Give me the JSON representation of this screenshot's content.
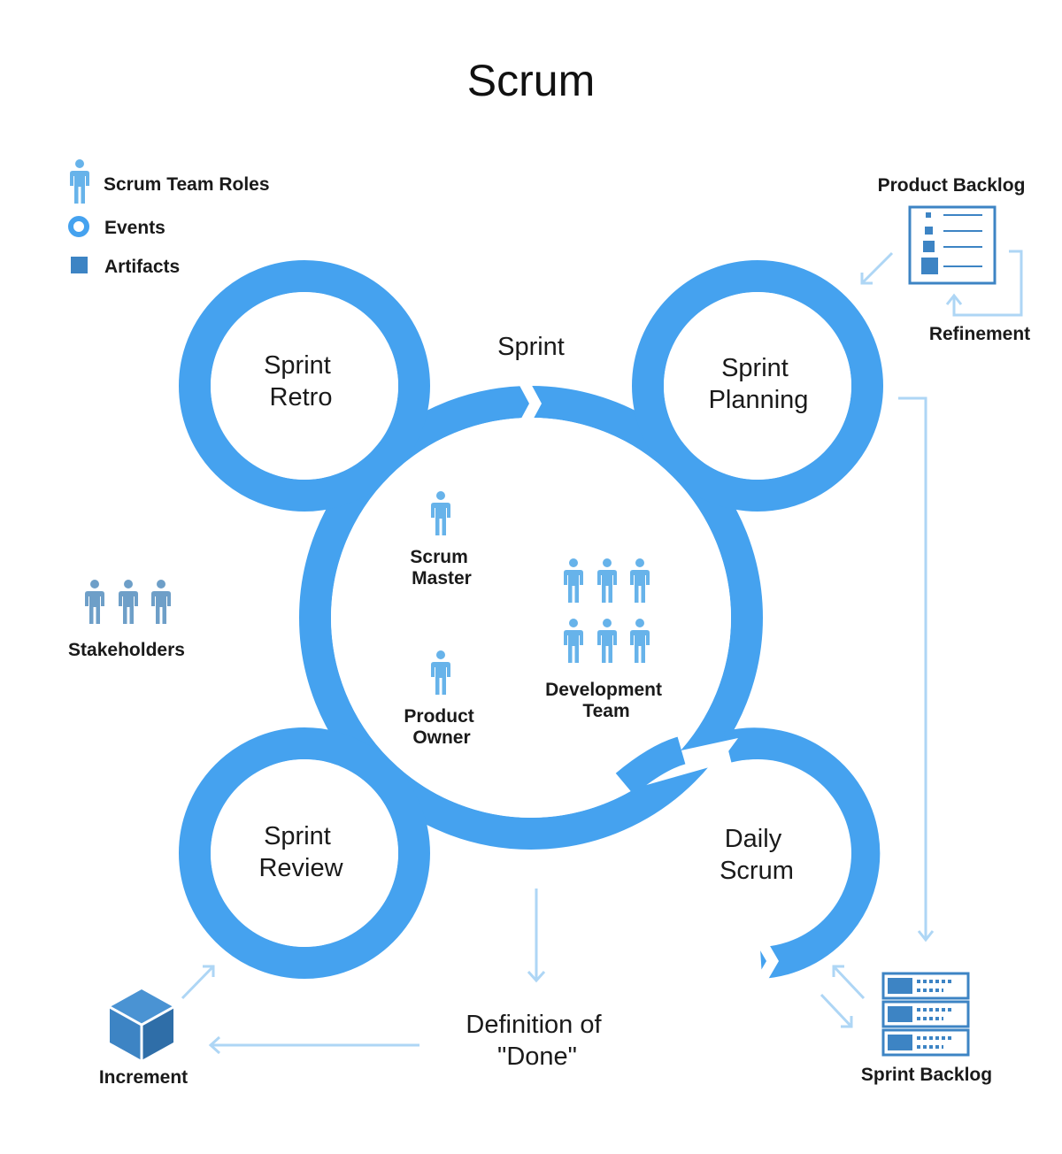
{
  "title": "Scrum",
  "legend": {
    "roles": "Scrum Team Roles",
    "events": "Events",
    "artifacts": "Artifacts"
  },
  "sprint_label": "Sprint",
  "events": {
    "retro": [
      "Sprint",
      "Retro"
    ],
    "planning": [
      "Sprint",
      "Planning"
    ],
    "review": [
      "Sprint",
      "Review"
    ],
    "daily": [
      "Daily",
      "Scrum"
    ]
  },
  "roles": {
    "scrum_master": [
      "Scrum",
      "Master"
    ],
    "product_owner": [
      "Product",
      "Owner"
    ],
    "dev_team": [
      "Development",
      "Team"
    ]
  },
  "stakeholders": "Stakeholders",
  "artifacts": {
    "product_backlog": "Product Backlog",
    "refinement": "Refinement",
    "sprint_backlog": "Sprint Backlog",
    "increment": "Increment"
  },
  "definition_of_done": [
    "Definition of",
    "\"Done\""
  ],
  "colors": {
    "event_ring": "#45a2ef",
    "role_figure": "#67b3ea",
    "stakeholder_figure": "#6e9fc8",
    "artifact": "#3d84c4",
    "arrow": "#aed6f5"
  },
  "icons": {
    "person": "person-icon",
    "event": "ring-icon",
    "artifact": "square-icon",
    "backlog": "checklist-icon",
    "sprint_backlog": "server-stack-icon",
    "increment": "cube-icon"
  }
}
